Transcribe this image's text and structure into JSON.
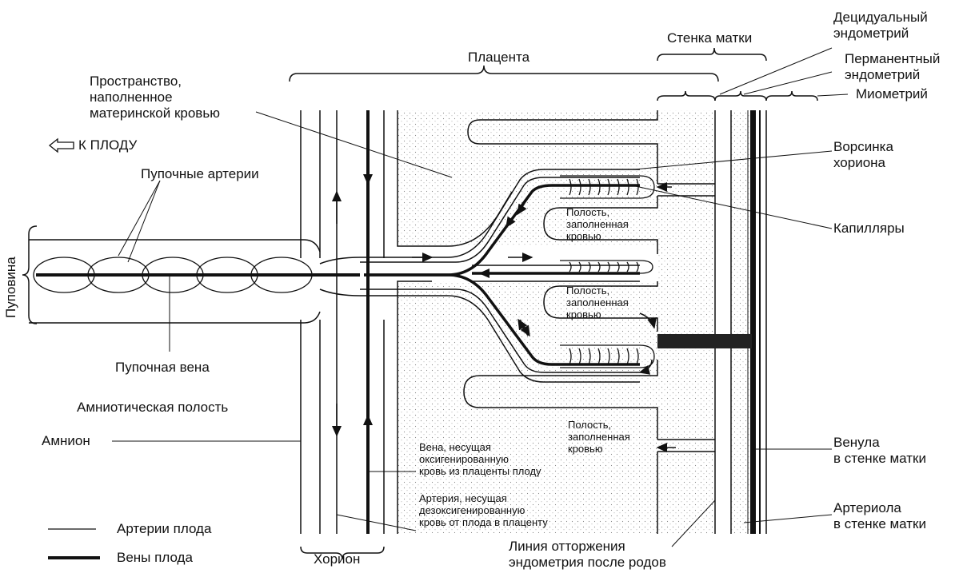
{
  "labels": {
    "placenta": "Плацента",
    "uterine_wall": "Стенка матки",
    "decidual": "Децидуальный\nэндометрий",
    "permanent": "Перманентный\nэндометрий",
    "myometrium": "Миометрий",
    "intervillous_space": "Пространство,\nнаполненное\nматеринской кровью",
    "to_fetus": "К ПЛОДУ",
    "umbilical_arteries": "Пупочные артерии",
    "umbilical_cord": "Пуповина",
    "umbilical_vein": "Пупочная вена",
    "amniotic_cavity": "Амниотическая полость",
    "amnion": "Амнион",
    "villus": "Ворсинка\nхориона",
    "capillaries": "Капилляры",
    "cavity1": "Полость,\nзаполненная\nкровью",
    "cavity2": "Полость,\nзаполненная\nкровью",
    "cavity3": "Полость,\nзаполненная\nкровью",
    "vein_desc": "Вена, несущая\nоксигенированную\nкровь из плаценты плоду",
    "artery_desc": "Артерия, несущая\nдезоксигенированную\nкровь от плода в плаценту",
    "venule": "Венула\nв стенке матки",
    "arteriole": "Артериола\nв стенке матки",
    "rejection": "Линия отторжения\nэндометрия после родов",
    "chorion": "Хорион",
    "legend_arteries": "Артерии плода",
    "legend_veins": "Вены плода"
  },
  "icons": {
    "arrow_left": "arrow-left-icon"
  }
}
